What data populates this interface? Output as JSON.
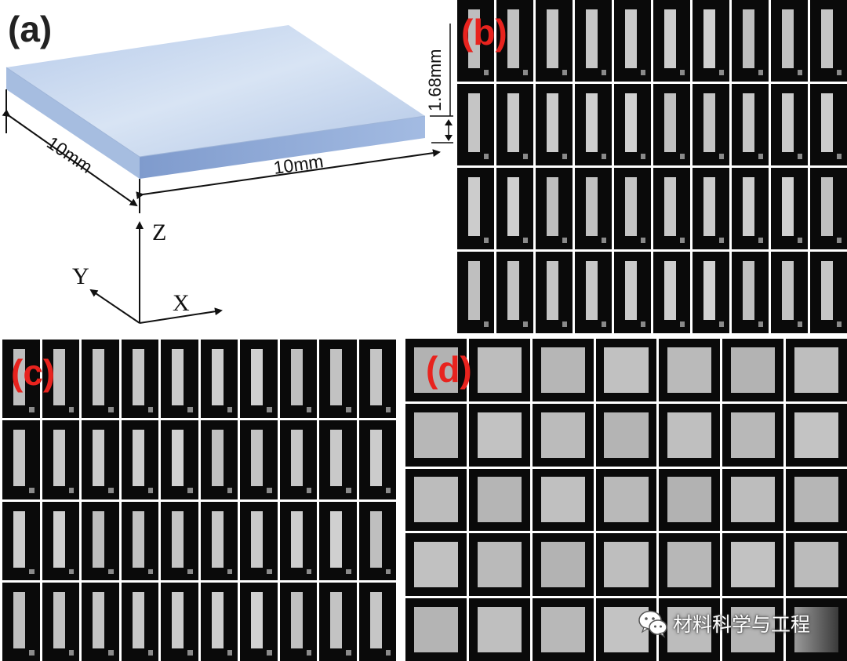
{
  "panels": {
    "a": {
      "label": "(a)"
    },
    "b": {
      "label": "(b)"
    },
    "c": {
      "label": "(c)"
    },
    "d": {
      "label": "(d)"
    }
  },
  "dimensions": {
    "length": "10mm",
    "width": "10mm",
    "thickness": "1.68mm"
  },
  "axes": {
    "z": "Z",
    "y": "Y",
    "x": "X"
  },
  "watermark": {
    "text": "材料科学与工程",
    "icon": "wechat-icon"
  },
  "colors": {
    "label_red": "#e8231e",
    "plate_top": "#c4d6ef",
    "plate_front": "#8ea8d4",
    "plate_side": "#a6bde0"
  },
  "grids": {
    "b": {
      "rows": 4,
      "cols": 10,
      "cell_shape": "vertical-bar"
    },
    "c": {
      "rows": 4,
      "cols": 10,
      "cell_shape": "vertical-bar"
    },
    "d": {
      "rows": 5,
      "cols": 7,
      "cell_shape": "square"
    }
  }
}
